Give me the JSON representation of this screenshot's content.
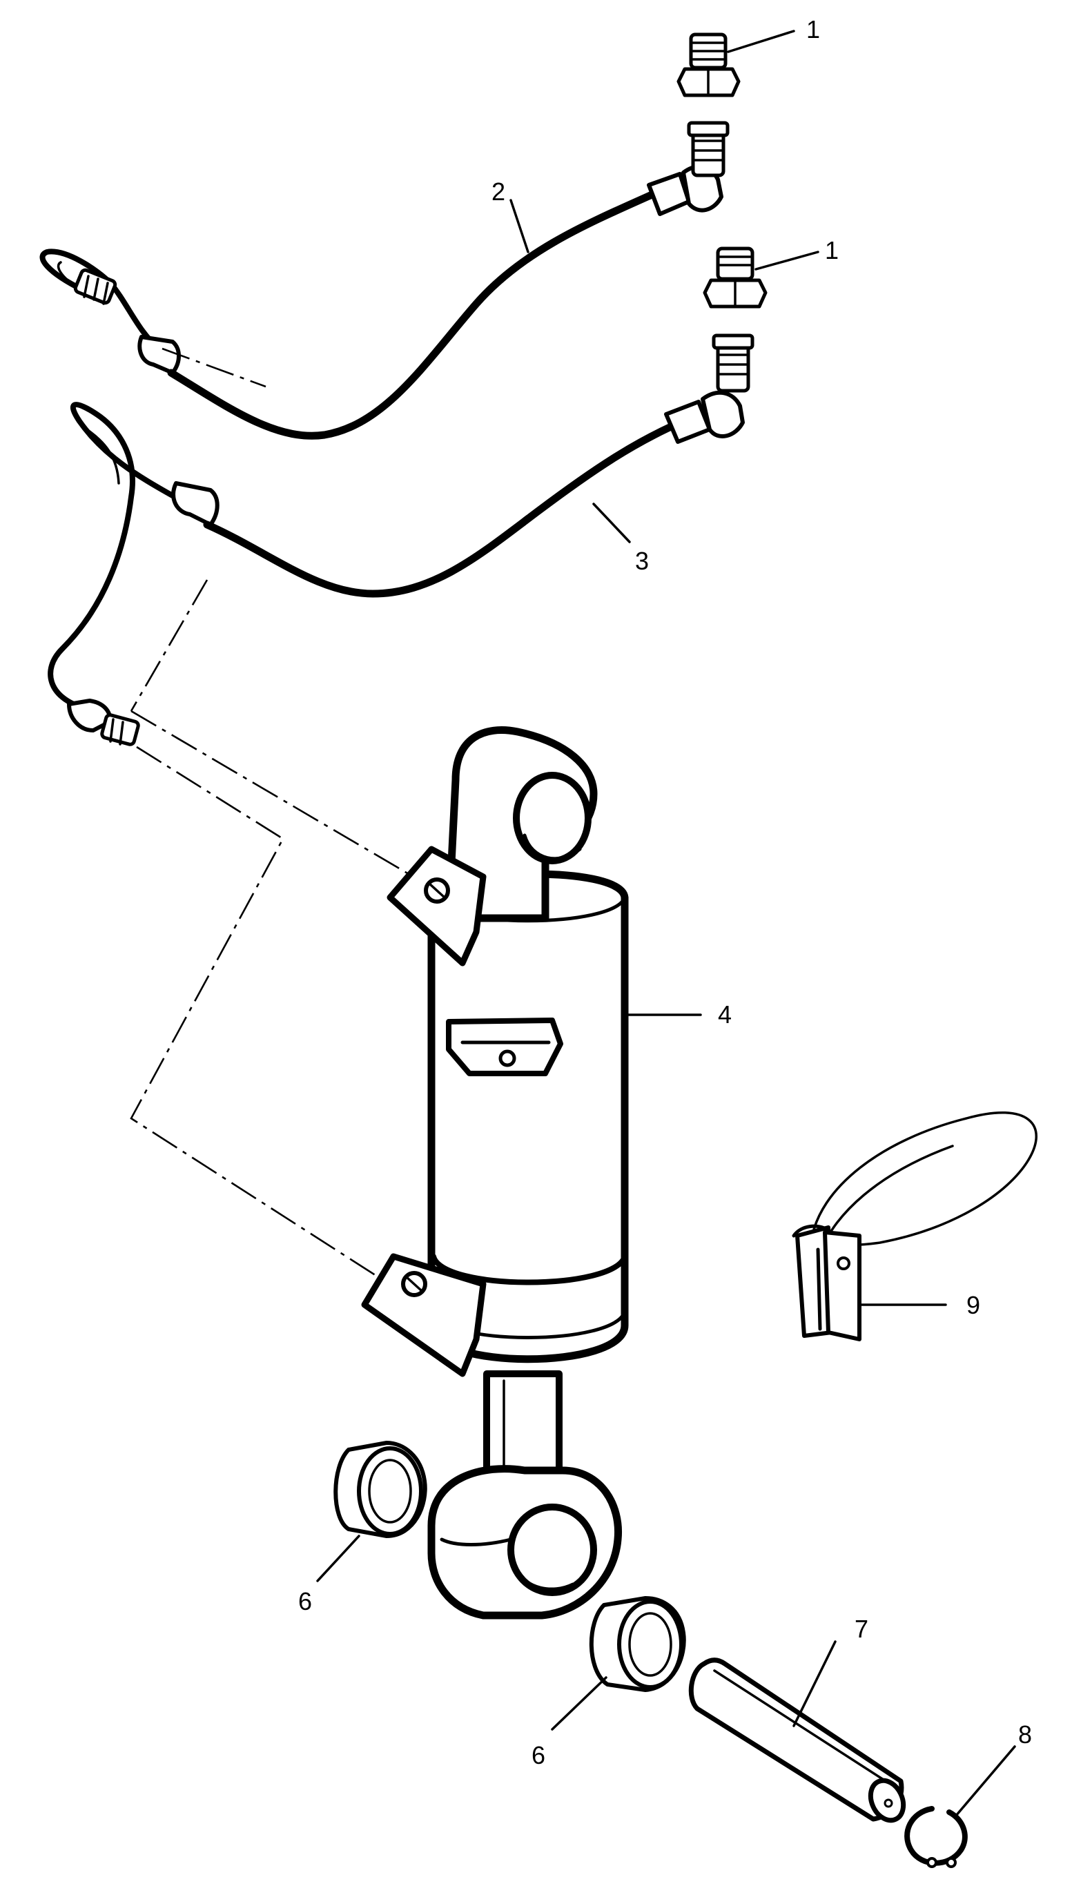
{
  "callouts": [
    {
      "id": "plug-upper",
      "label": "1"
    },
    {
      "id": "plug-lower",
      "label": "1"
    },
    {
      "id": "hose-upper",
      "label": "2"
    },
    {
      "id": "hose-lower",
      "label": "3"
    },
    {
      "id": "cylinder",
      "label": "4"
    },
    {
      "id": "bushing-left",
      "label": "6"
    },
    {
      "id": "bushing-right",
      "label": "6"
    },
    {
      "id": "pin",
      "label": "7"
    },
    {
      "id": "retaining-ring",
      "label": "8"
    },
    {
      "id": "clip",
      "label": "9"
    }
  ]
}
